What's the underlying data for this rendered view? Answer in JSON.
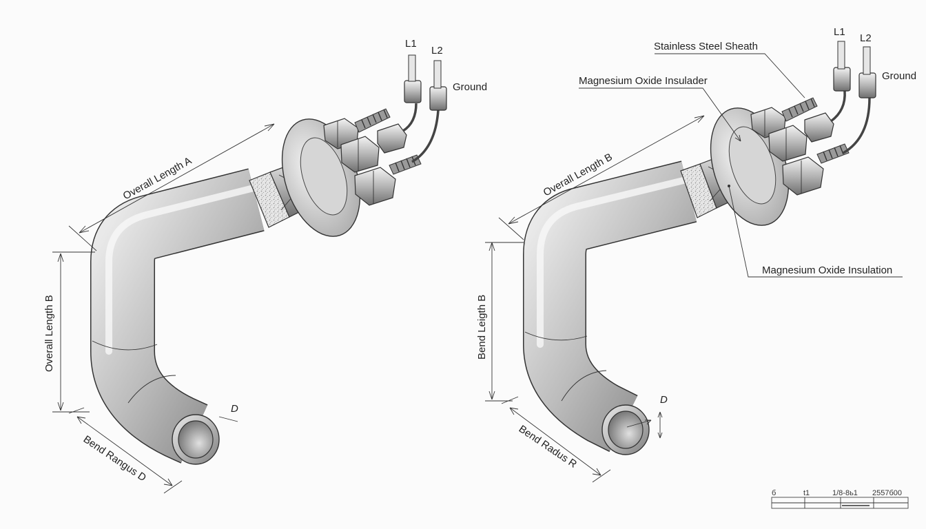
{
  "left_view": {
    "lead_l1": "L1",
    "lead_l2": "L2",
    "ground": "Ground",
    "overall_length_a": "Overall Length A",
    "overall_length_b": "Overall Length B",
    "bend_radius": "Bend Rangus D",
    "diameter": "D"
  },
  "right_view": {
    "lead_l1": "L1",
    "lead_l2": "L2",
    "ground": "Ground",
    "sheath": "Stainless Steel Sheath",
    "insulader": "Magnesium Oxide Insulader",
    "insulation": "Magnesium Oxide Insulation",
    "overall_length_b": "Overall Length B",
    "bend_length_b": "Bend Leigth B",
    "bend_radius": "Bend Radus R",
    "diameter": "D"
  },
  "title_block": {
    "cell_1": "б",
    "cell_2": "t1",
    "cell_3": "1/8-8ь1",
    "cell_4": "2557б00"
  },
  "colors": {
    "line": "#333333",
    "tube_dark": "#8f8f8f",
    "tube_light": "#f2f2f2",
    "background": "#fbfbfb"
  }
}
